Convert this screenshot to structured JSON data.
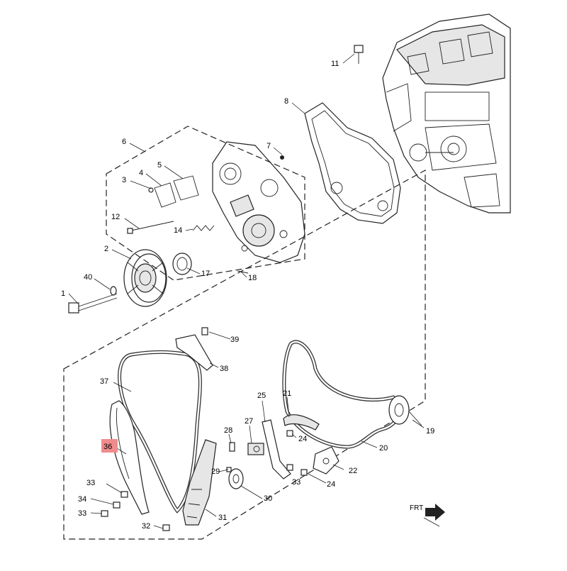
{
  "callouts": [
    {
      "id": "c1",
      "label": "1"
    },
    {
      "id": "c2",
      "label": "2"
    },
    {
      "id": "c3",
      "label": "3"
    },
    {
      "id": "c4",
      "label": "4"
    },
    {
      "id": "c5",
      "label": "5"
    },
    {
      "id": "c6",
      "label": "6"
    },
    {
      "id": "c7",
      "label": "7"
    },
    {
      "id": "c8",
      "label": "8"
    },
    {
      "id": "c11",
      "label": "11"
    },
    {
      "id": "c12",
      "label": "12"
    },
    {
      "id": "c14",
      "label": "14"
    },
    {
      "id": "c17",
      "label": "17"
    },
    {
      "id": "c18",
      "label": "18"
    },
    {
      "id": "c19",
      "label": "19"
    },
    {
      "id": "c20",
      "label": "20"
    },
    {
      "id": "c21",
      "label": "21"
    },
    {
      "id": "c22",
      "label": "22"
    },
    {
      "id": "c24a",
      "label": "24"
    },
    {
      "id": "c24b",
      "label": "24"
    },
    {
      "id": "c25",
      "label": "25"
    },
    {
      "id": "c27",
      "label": "27"
    },
    {
      "id": "c28",
      "label": "28"
    },
    {
      "id": "c29",
      "label": "29"
    },
    {
      "id": "c30",
      "label": "30"
    },
    {
      "id": "c31",
      "label": "31"
    },
    {
      "id": "c32",
      "label": "32"
    },
    {
      "id": "c33a",
      "label": "33"
    },
    {
      "id": "c33b",
      "label": "33"
    },
    {
      "id": "c33c",
      "label": "33"
    },
    {
      "id": "c34",
      "label": "34"
    },
    {
      "id": "c36",
      "label": "36",
      "highlighted": true
    },
    {
      "id": "c37",
      "label": "37"
    },
    {
      "id": "c38",
      "label": "38"
    },
    {
      "id": "c39",
      "label": "39"
    },
    {
      "id": "c40",
      "label": "40"
    }
  ],
  "direction_marker": {
    "label": "FRT"
  },
  "colors": {
    "highlight": "#f08c8c",
    "line": "#222222",
    "background": "#ffffff"
  }
}
